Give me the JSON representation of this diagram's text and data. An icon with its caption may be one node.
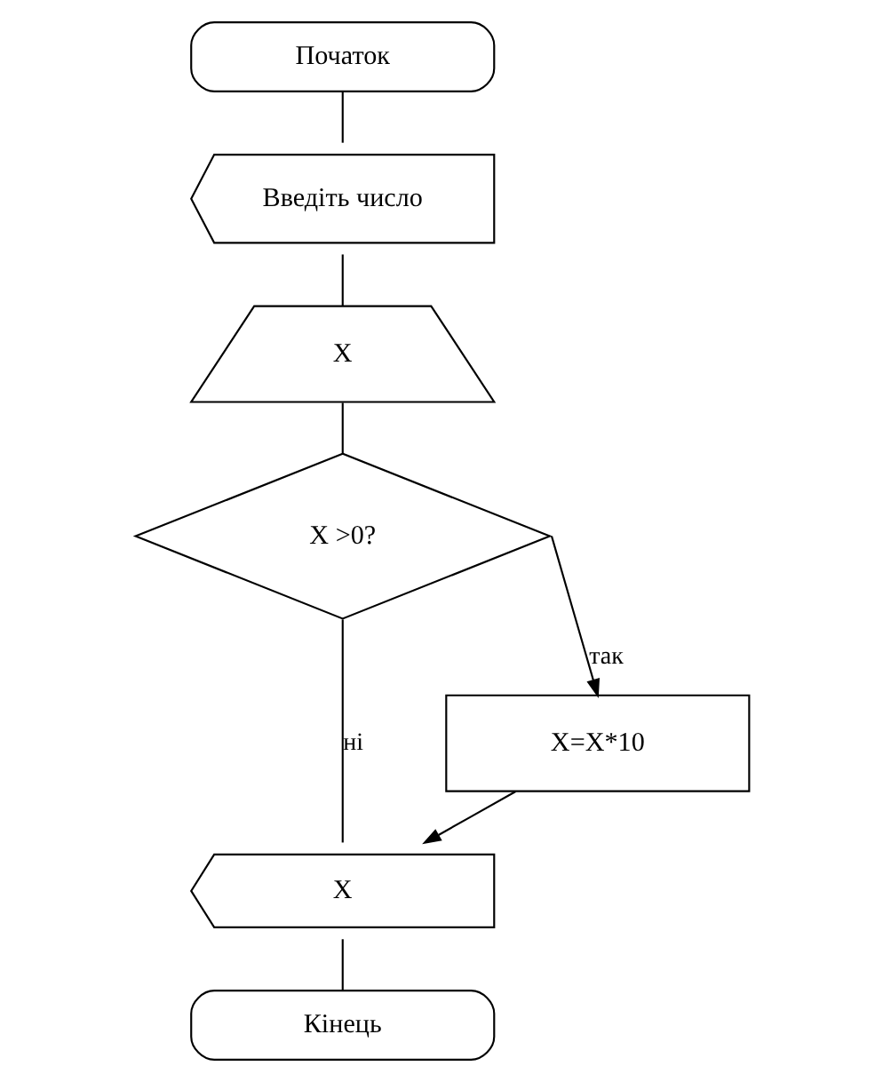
{
  "diagram": {
    "nodes": [
      {
        "text": [
          "Початок"
        ]
      },
      {
        "text": [
          "Введіть число"
        ]
      },
      {
        "text": [
          "X"
        ]
      },
      {
        "text": [
          "X >0?"
        ]
      },
      {
        "text": [
          "X=X*10"
        ]
      },
      {
        "text": [
          "X"
        ]
      },
      {
        "text": [
          "Кінець"
        ]
      }
    ],
    "edges": [
      {
        "from": 0,
        "to": 1,
        "arrow": "none"
      },
      {
        "from": 1,
        "to": 2,
        "arrow": "none"
      },
      {
        "from": 2,
        "to": 3,
        "arrow": "none"
      },
      {
        "from": 3,
        "to": 4,
        "arrow": "to",
        "label": "так"
      },
      {
        "from": 3,
        "to": 5,
        "arrow": "none",
        "label": "ні"
      },
      {
        "from": 4,
        "to": 5,
        "arrow": "to"
      },
      {
        "from": 5,
        "to": 6,
        "arrow": "none"
      }
    ]
  }
}
